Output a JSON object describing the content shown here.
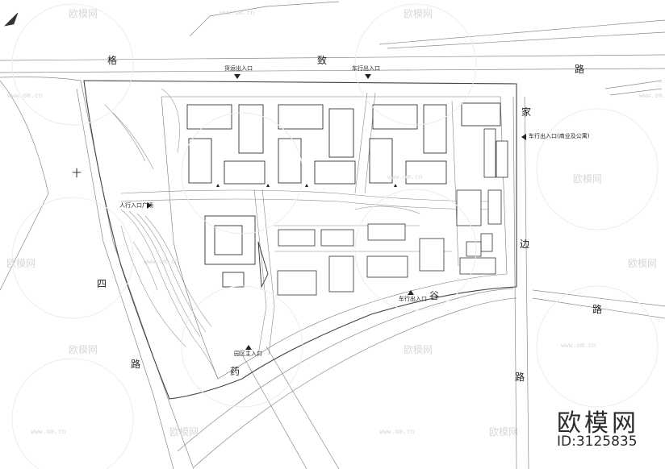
{
  "roads": {
    "north": [
      "格",
      "致",
      "路"
    ],
    "west": [
      "十",
      "四",
      "路"
    ],
    "east": [
      "家",
      "边",
      "路"
    ],
    "southeast": [
      "谷",
      "路"
    ],
    "southwest": [
      "药"
    ]
  },
  "entries": {
    "freight": "货运出入口",
    "vehicle_north": "车行出入口",
    "vehicle_east": "车行出入口(商业及公寓)",
    "pedestrian_plaza": "人行入口广场",
    "vehicle_south": "车行出入口",
    "park_main": "园区主入口"
  },
  "watermark": {
    "site_name": "欧模网",
    "url": "www.om.cn",
    "id": "ID:3125835"
  }
}
